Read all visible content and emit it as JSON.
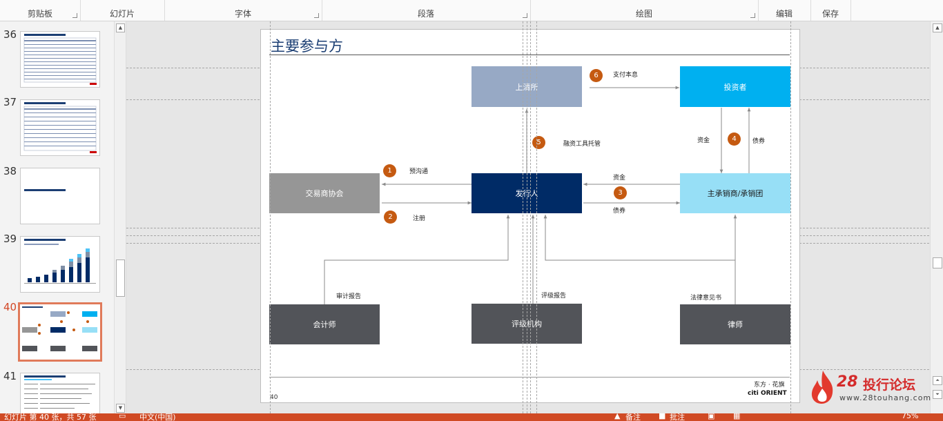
{
  "ribbon": {
    "groups": [
      {
        "label": "剪贴板"
      },
      {
        "label": "幻灯片"
      },
      {
        "label": "字体"
      },
      {
        "label": "段落"
      },
      {
        "label": "绘图"
      },
      {
        "label": "编辑"
      },
      {
        "label": "保存"
      }
    ]
  },
  "thumbnails": [
    {
      "num": "36"
    },
    {
      "num": "37"
    },
    {
      "num": "38"
    },
    {
      "num": "39"
    },
    {
      "num": "40"
    },
    {
      "num": "41"
    }
  ],
  "slide": {
    "title": "主要参与方",
    "page_number": "40",
    "logo_cn": "东方 · 花旗",
    "logo_en": "citi  ORIENT",
    "nodes": {
      "shanghai_clearing": "上清所",
      "investors": "投资者",
      "nafmii": "交易商协会",
      "issuer": "发行人",
      "underwriter": "主承销商/承销团",
      "accountant": "会计师",
      "rating_agency": "评级机构",
      "lawyer": "律师"
    },
    "labels": {
      "pay_principal": "支付本息",
      "custody": "融资工具托管",
      "precommunicate": "预沟通",
      "register": "注册",
      "funds_left": "资金",
      "bonds_right": "债券",
      "funds_mid": "资金",
      "bonds_mid": "债券",
      "audit_report": "审计报告",
      "rating_report": "评级报告",
      "legal_opinion": "法律意见书"
    },
    "badges": {
      "b1": "1",
      "b2": "2",
      "b3": "3",
      "b4": "4",
      "b5": "5",
      "b6": "6"
    },
    "colors": {
      "light_blue_gray": "#97a9c5",
      "cyan": "#00b0f0",
      "gray": "#969696",
      "navy": "#002b66",
      "light_cyan": "#97dff6",
      "dark_gray": "#525459",
      "badge": "#c55a11"
    }
  },
  "status": {
    "slide_info": "幻灯片 第 40 张，共 57 张",
    "language": "中文(中国)",
    "notes": "备注",
    "comments": "批注",
    "zoom": "75%"
  },
  "watermark": {
    "number": "28",
    "name": "投行论坛",
    "url": "www.28touhang.com"
  }
}
